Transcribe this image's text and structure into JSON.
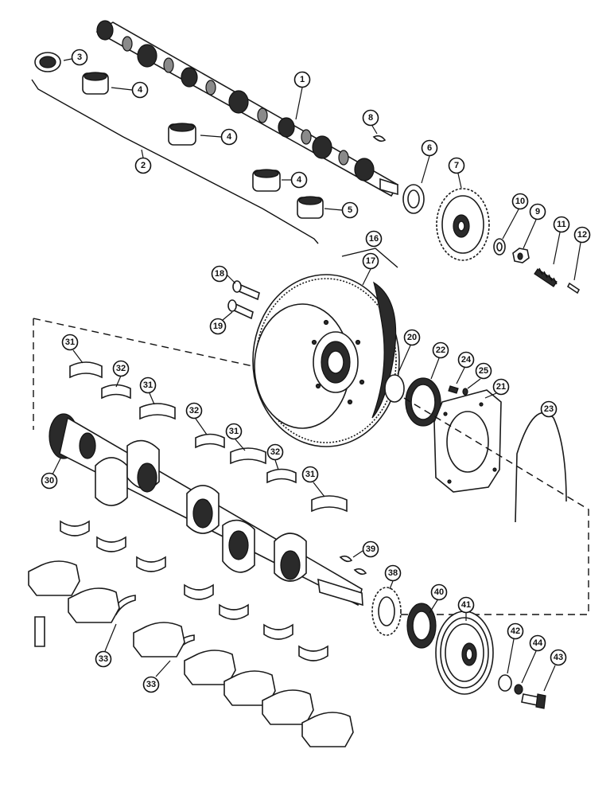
{
  "diagram": {
    "callouts": [
      {
        "id": "c1",
        "label": "1"
      },
      {
        "id": "c2",
        "label": "2"
      },
      {
        "id": "c3",
        "label": "3"
      },
      {
        "id": "c4a",
        "label": "4"
      },
      {
        "id": "c4b",
        "label": "4"
      },
      {
        "id": "c4c",
        "label": "4"
      },
      {
        "id": "c5",
        "label": "5"
      },
      {
        "id": "c6",
        "label": "6"
      },
      {
        "id": "c7",
        "label": "7"
      },
      {
        "id": "c8",
        "label": "8"
      },
      {
        "id": "c9",
        "label": "9"
      },
      {
        "id": "c10",
        "label": "10"
      },
      {
        "id": "c11",
        "label": "11"
      },
      {
        "id": "c12",
        "label": "12"
      },
      {
        "id": "c16",
        "label": "16"
      },
      {
        "id": "c17",
        "label": "17"
      },
      {
        "id": "c18",
        "label": "18"
      },
      {
        "id": "c19",
        "label": "19"
      },
      {
        "id": "c20",
        "label": "20"
      },
      {
        "id": "c21",
        "label": "21"
      },
      {
        "id": "c22",
        "label": "22"
      },
      {
        "id": "c23",
        "label": "23"
      },
      {
        "id": "c24",
        "label": "24"
      },
      {
        "id": "c25",
        "label": "25"
      },
      {
        "id": "c30",
        "label": "30"
      },
      {
        "id": "c31a",
        "label": "31"
      },
      {
        "id": "c31b",
        "label": "31"
      },
      {
        "id": "c31c",
        "label": "31"
      },
      {
        "id": "c31d",
        "label": "31"
      },
      {
        "id": "c32a",
        "label": "32"
      },
      {
        "id": "c32b",
        "label": "32"
      },
      {
        "id": "c32c",
        "label": "32"
      },
      {
        "id": "c33a",
        "label": "33"
      },
      {
        "id": "c33b",
        "label": "33"
      },
      {
        "id": "c38",
        "label": "38"
      },
      {
        "id": "c39",
        "label": "39"
      },
      {
        "id": "c40",
        "label": "40"
      },
      {
        "id": "c41",
        "label": "41"
      },
      {
        "id": "c42",
        "label": "42"
      },
      {
        "id": "c43",
        "label": "43"
      },
      {
        "id": "c44",
        "label": "44"
      }
    ]
  }
}
